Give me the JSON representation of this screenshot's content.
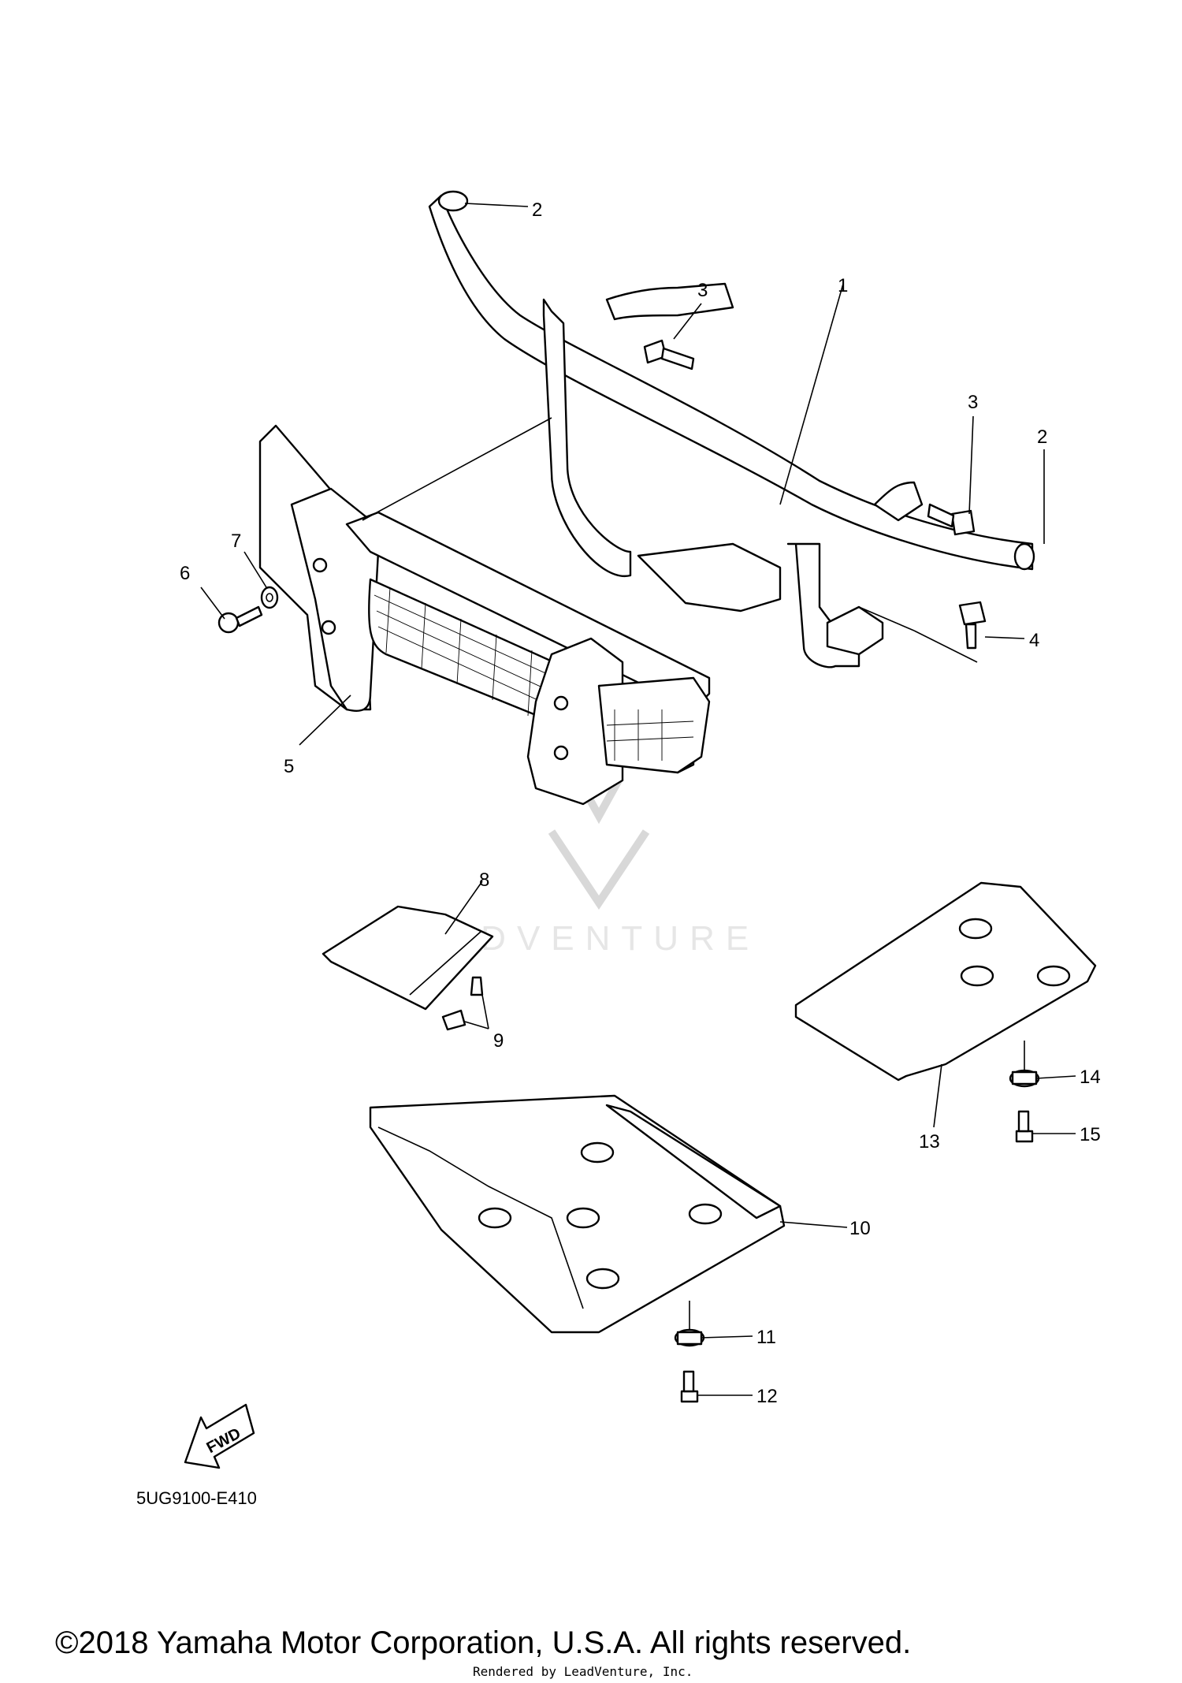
{
  "callouts": {
    "c1": "1",
    "c2a": "2",
    "c2b": "2",
    "c3a": "3",
    "c3b": "3",
    "c4": "4",
    "c5": "5",
    "c6": "6",
    "c7": "7",
    "c8": "8",
    "c9": "9",
    "c10": "10",
    "c11": "11",
    "c12": "12",
    "c13": "13",
    "c14": "14",
    "c15": "15"
  },
  "fwd_label": "FWD",
  "diagram_code": "5UG9100-E410",
  "watermark_text": "LEADVENTURE",
  "copyright": "©2018 Yamaha Motor Corporation, U.S.A. All rights reserved.",
  "rendered_by": "Rendered by LeadVenture, Inc."
}
